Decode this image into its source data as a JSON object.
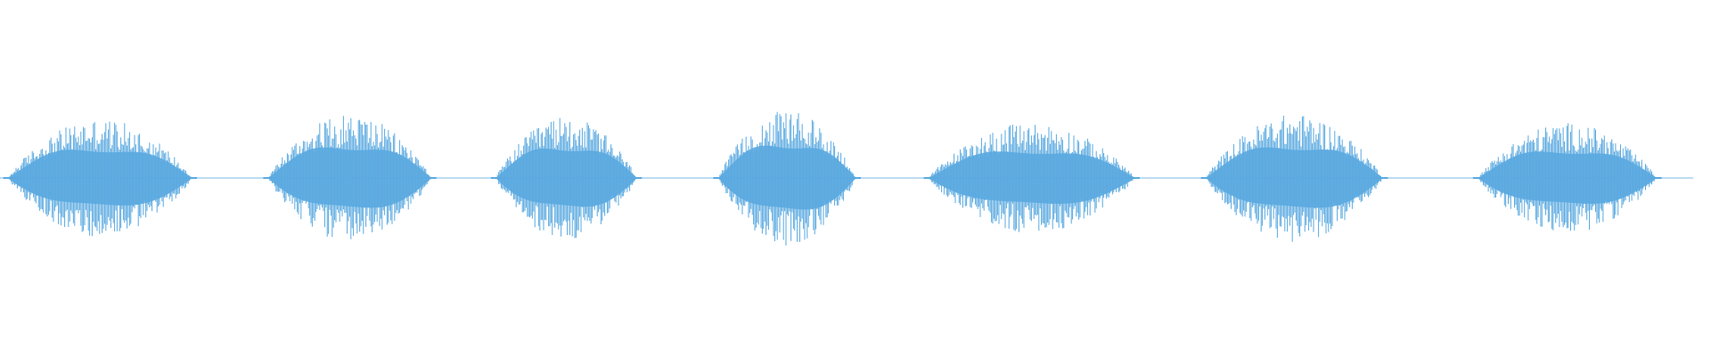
{
  "waveform": {
    "color": "#5aa9e0",
    "background": "#ffffff",
    "bursts": [
      {
        "name": "burst-1",
        "start": 0.005,
        "end": 0.112,
        "amplitude": 0.48
      },
      {
        "name": "burst-2",
        "start": 0.157,
        "end": 0.252,
        "amplitude": 0.52
      },
      {
        "name": "burst-3",
        "start": 0.29,
        "end": 0.372,
        "amplitude": 0.5
      },
      {
        "name": "burst-4",
        "start": 0.42,
        "end": 0.5,
        "amplitude": 0.55
      },
      {
        "name": "burst-5",
        "start": 0.543,
        "end": 0.663,
        "amplitude": 0.45
      },
      {
        "name": "burst-6",
        "start": 0.705,
        "end": 0.808,
        "amplitude": 0.52
      },
      {
        "name": "burst-7",
        "start": 0.864,
        "end": 0.968,
        "amplitude": 0.45
      }
    ]
  }
}
